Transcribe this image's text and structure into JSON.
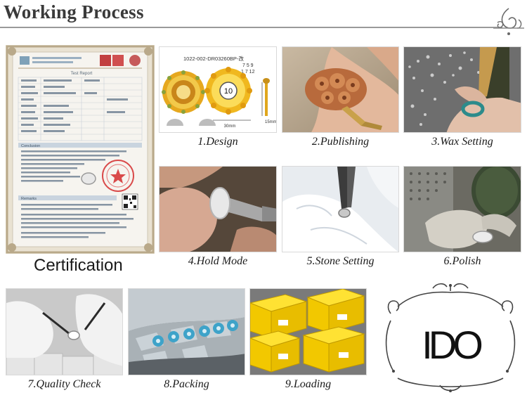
{
  "header": {
    "title": "Working Process"
  },
  "certification": {
    "caption": "Certification",
    "doc_title": "Test Report",
    "section_1": "Conclusion",
    "section_2": "Remarks"
  },
  "design_sheet": {
    "code": "1022-002-DR03260BP-改",
    "sizes_row1": "7 5 9",
    "sizes_row2": "1 7 12",
    "center_number": "10",
    "width_dim": "30mm",
    "height_dim": "15mm"
  },
  "steps": [
    {
      "label": "1.Design"
    },
    {
      "label": "2.Publishing"
    },
    {
      "label": "3.Wax Setting"
    },
    {
      "label": "4.Hold Mode"
    },
    {
      "label": "5.Stone Setting"
    },
    {
      "label": "6.Polish"
    },
    {
      "label": "7.Quality Check"
    },
    {
      "label": "8.Packing"
    },
    {
      "label": "9.Loading"
    }
  ],
  "logo": {
    "text": "IDO"
  }
}
